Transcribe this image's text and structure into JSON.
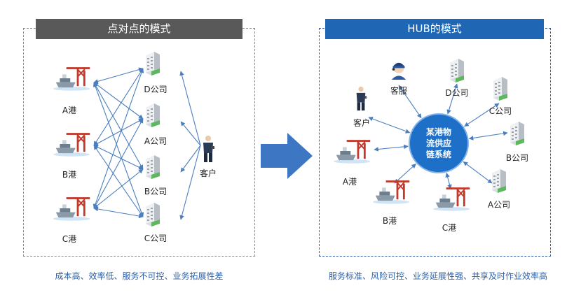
{
  "left": {
    "title": "点对点的模式",
    "caption": "成本高、效率低、服务不可控、业务拓展性差",
    "ports": [
      "A港",
      "B港",
      "C港"
    ],
    "companies": [
      "D公司",
      "A公司",
      "B公司",
      "C公司"
    ],
    "customer": "客户"
  },
  "right": {
    "title": "HUB的模式",
    "caption": "服务标准、风险可控、业务延展性强、共享及时作业效率高",
    "hub_lines": [
      "某港物",
      "流供应",
      "链系统"
    ],
    "nodes": {
      "service": "客服",
      "d_company": "D公司",
      "c_company": "C公司",
      "customer": "客户",
      "b_company": "B公司",
      "a_port": "A港",
      "a_company": "A公司",
      "b_port": "B港",
      "c_port": "C港"
    }
  },
  "colors": {
    "header_left": "#595959",
    "header_right": "#1f67b5",
    "arrow": "#4a7ebf",
    "big_arrow": "#3d77c4",
    "hub": "#1e6fc8"
  }
}
